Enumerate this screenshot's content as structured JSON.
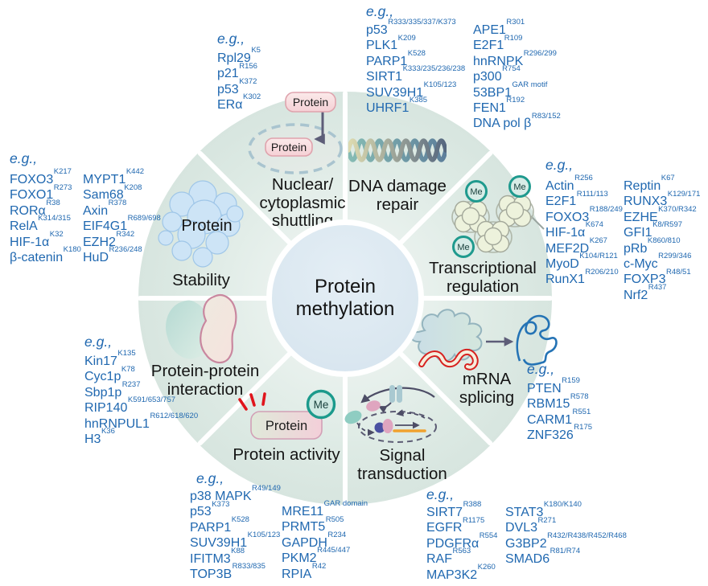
{
  "center": {
    "line1": "Protein",
    "line2": "methylation"
  },
  "eg_label": "e.g.,",
  "icons": {
    "protein": "Protein",
    "me": "Me"
  },
  "colors": {
    "accent_text": "#2068b0",
    "label_text": "#141414",
    "me_ring": "#1b9a8c",
    "alert_red": "#da1f26",
    "promoter_orange": "#f0a12e",
    "hub_fill": "#dae7f0",
    "sector_fill": "#e0ebe6",
    "mrna_blue": "#2473b5"
  },
  "sections": {
    "nuclear": {
      "label_lines": [
        "Nuclear/",
        "cytoplasmic",
        "shuttling"
      ],
      "items": [
        {
          "n": "Rpl29",
          "s": "K5"
        },
        {
          "n": "p21",
          "s": "R156"
        },
        {
          "n": "p53",
          "s": "K372"
        },
        {
          "n": "ERα",
          "s": "K302"
        }
      ]
    },
    "dna": {
      "label_lines": [
        "DNA damage",
        "repair"
      ],
      "col1": [
        {
          "n": "p53",
          "s": "R333/335/337/K373"
        },
        {
          "n": "PLK1",
          "s": "K209"
        },
        {
          "n": "PARP1",
          "s": "K528"
        },
        {
          "n": "SIRT1",
          "s": "K333/235/236/238"
        },
        {
          "n": "SUV39H1",
          "s": "K105/123"
        },
        {
          "n": "UHRF1",
          "s": "K385"
        }
      ],
      "col2": [
        {
          "n": "APE1",
          "s": "R301"
        },
        {
          "n": "E2F1",
          "s": "R109"
        },
        {
          "n": "hnRNPK",
          "s": "R296/299"
        },
        {
          "n": "p300",
          "s": "R754"
        },
        {
          "n": "53BP1",
          "s": "GAR motif"
        },
        {
          "n": "FEN1",
          "s": "R192"
        },
        {
          "n": "DNA pol β",
          "s": "R83/152"
        }
      ]
    },
    "transcription": {
      "label_lines": [
        "Transcriptional",
        "regulation"
      ],
      "col1": [
        {
          "n": "Actin",
          "s": "R256"
        },
        {
          "n": "E2F1",
          "s": "R111/113"
        },
        {
          "n": "FOXO3",
          "s": "R188/249"
        },
        {
          "n": "HIF-1α",
          "s": "K674"
        },
        {
          "n": "MEF2D",
          "s": "K267"
        },
        {
          "n": "MyoD",
          "s": "K104/R121"
        },
        {
          "n": "RunX1",
          "s": "R206/210"
        }
      ],
      "col2": [
        {
          "n": "Reptin",
          "s": "K67"
        },
        {
          "n": "RUNX3",
          "s": "K129/171"
        },
        {
          "n": "EZHE",
          "s": "K370/R342"
        },
        {
          "n": "GFI1",
          "s": "K8/R597"
        },
        {
          "n": "pRb",
          "s": "K860/810"
        },
        {
          "n": "c-Myc",
          "s": "R299/346"
        },
        {
          "n": "FOXP3",
          "s": "R48/51"
        },
        {
          "n": "Nrf2",
          "s": "R437"
        }
      ]
    },
    "mrna": {
      "label_lines": [
        "mRNA",
        "splicing"
      ],
      "items": [
        {
          "n": "PTEN",
          "s": "R159"
        },
        {
          "n": "RBM15",
          "s": "R578"
        },
        {
          "n": "CARM1",
          "s": "R551"
        },
        {
          "n": "ZNF326",
          "s": "R175"
        }
      ]
    },
    "signal": {
      "label_lines": [
        "Signal",
        "transduction"
      ],
      "col1": [
        {
          "n": "SIRT7",
          "s": "R388"
        },
        {
          "n": "EGFR",
          "s": "R1175"
        },
        {
          "n": "PDGFRα",
          "s": "R554"
        },
        {
          "n": "RAF",
          "s": "R563"
        },
        {
          "n": "MAP3K2",
          "s": "K260"
        }
      ],
      "col2": [
        {
          "n": "STAT3",
          "s": "K180/K140"
        },
        {
          "n": "DVL3",
          "s": "R271"
        },
        {
          "n": "G3BP2",
          "s": "R432/R438/R452/R468"
        },
        {
          "n": "SMAD6",
          "s": "R81/R74"
        }
      ]
    },
    "activity": {
      "label_lines": [
        "Protein activity"
      ],
      "col1": [
        {
          "n": "p38 MAPK",
          "s": "R49/149"
        },
        {
          "n": "p53",
          "s": "K373"
        },
        {
          "n": "PARP1",
          "s": "K528"
        },
        {
          "n": "SUV39H1",
          "s": "K105/123"
        },
        {
          "n": "IFITM3",
          "s": "K88"
        },
        {
          "n": "TOP3B",
          "s": "R833/835"
        }
      ],
      "col2": [
        {
          "n": "MRE11",
          "s": "GAR domain"
        },
        {
          "n": "PRMT5",
          "s": "R505"
        },
        {
          "n": "GAPDH",
          "s": "R234"
        },
        {
          "n": "PKM2",
          "s": "R445/447"
        },
        {
          "n": "RPIA",
          "s": "R42"
        }
      ]
    },
    "ppi": {
      "label_lines": [
        "Protein-protein",
        "interaction"
      ],
      "items": [
        {
          "n": "Kin17",
          "s": "K135"
        },
        {
          "n": "Cyc1p",
          "s": "K78"
        },
        {
          "n": "Sbp1p",
          "s": "R237"
        },
        {
          "n": "RIP140",
          "s": "K591/653/757"
        },
        {
          "n": "hnRNPUL1",
          "s": "R612/618/620"
        },
        {
          "n": "H3",
          "s": "K36"
        }
      ]
    },
    "stability": {
      "label_lines": [
        "Stability"
      ],
      "blob_label": "Protein",
      "col1": [
        {
          "n": "FOXO3",
          "s": "K217"
        },
        {
          "n": "FOXO1",
          "s": "R273"
        },
        {
          "n": "RORα",
          "s": "R38"
        },
        {
          "n": "RelA",
          "s": "K314/315"
        },
        {
          "n": "HIF-1α",
          "s": "K32"
        },
        {
          "n": "β-catenin",
          "s": "K180"
        }
      ],
      "col2": [
        {
          "n": "MYPT1",
          "s": "K442"
        },
        {
          "n": "Sam68",
          "s": "K208"
        },
        {
          "n": "Axin",
          "s": "R378"
        },
        {
          "n": "EIF4G1",
          "s": "R689/698"
        },
        {
          "n": "EZH2",
          "s": "R342"
        },
        {
          "n": "HuD",
          "s": "R236/248"
        }
      ]
    }
  }
}
